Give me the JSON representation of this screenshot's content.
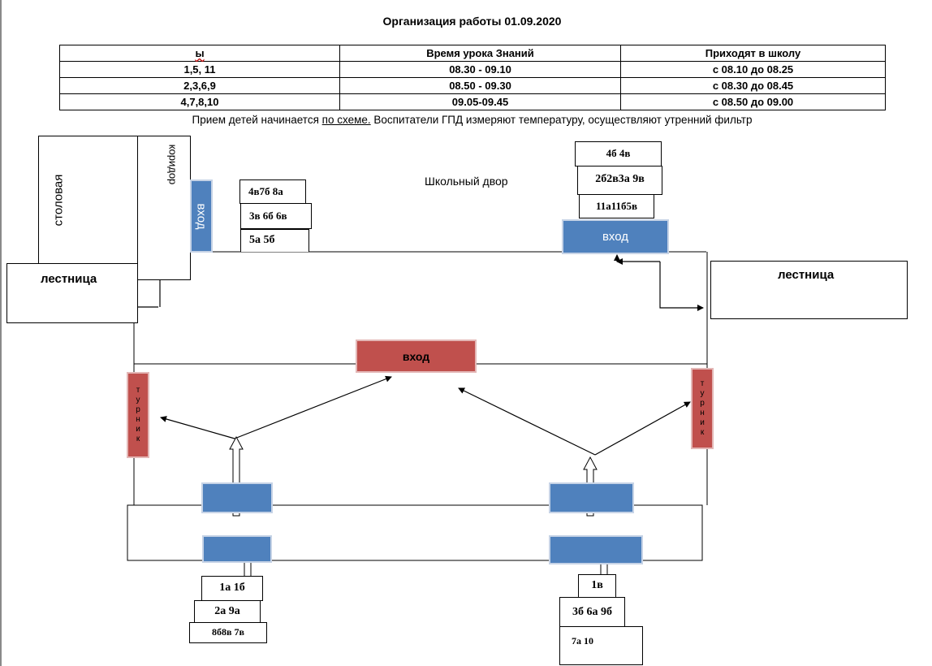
{
  "title": "Организация работы  01.09.2020",
  "table": {
    "headers": [
      "ы",
      "Время урока Знаний",
      "Приходят в школу"
    ],
    "rows": [
      [
        "1,5, 11",
        "08.30 - 09.10",
        "с 08.10  до 08.25"
      ],
      [
        "2,3,6,9",
        "08.50 - 09.30",
        "с 08.30 до 08.45"
      ],
      [
        "4,7,8,10",
        "09.05-09.45",
        "с 08.50 до 09.00"
      ]
    ]
  },
  "note": {
    "before": "Прием детей начинается ",
    "link": "по схеме.",
    "after": " Воспитатели ГПД измеряют температуру, осуществляют утренний фильтр"
  },
  "labels": {
    "canteen": "столовая",
    "corridor": "коридор",
    "stairs_left": "лестница",
    "stairs_right": "лестница",
    "yard": "Школьный двор",
    "entrance_left": "вход",
    "entrance_right": "вход",
    "entrance_center": "вход",
    "turnik_left": "турник",
    "turnik_right": "турник"
  },
  "groups": {
    "left_top": [
      "4в7б 8а",
      "3в 6б 6в",
      "5а 5б"
    ],
    "right_top": [
      "4б 4в",
      "2б2в3а 9в",
      "11а11б5в"
    ],
    "bottom_left": [
      "1а 1б",
      "2а 9а",
      "8б8в 7в"
    ],
    "bottom_right": [
      "1в",
      "3б 6а 9б",
      "7а 10"
    ]
  },
  "colors": {
    "blue": "#4f81bd",
    "red": "#c0504d"
  }
}
